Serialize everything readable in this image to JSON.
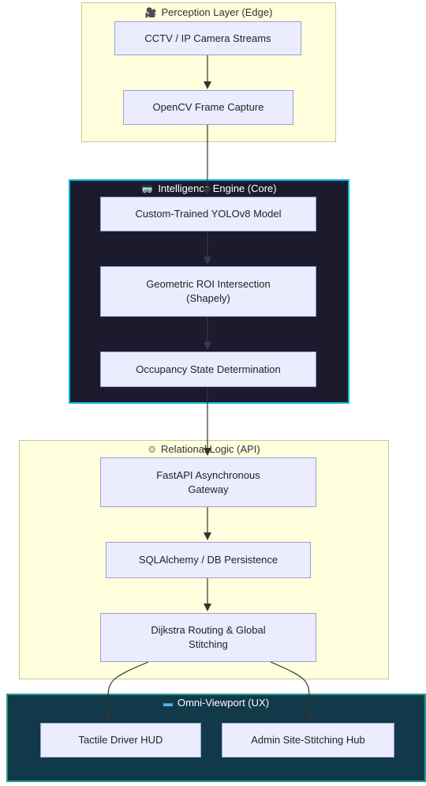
{
  "colors": {
    "perception_bg": "#ffffde",
    "perception_border": "#c9c98c",
    "core_bg": "#1c1b2d",
    "core_border": "#00b4d8",
    "api_bg": "#ffffde",
    "api_border": "#c9c98c",
    "ux_bg": "#12394a",
    "ux_border": "#1f9f8a",
    "node_bg": "#ececff",
    "node_border": "#9d9dd6",
    "edge": "#333333",
    "edge_faint": "#3a3a4a"
  },
  "clusters": {
    "perception": {
      "icon": "camera-icon",
      "icon_glyph": "🎥",
      "title": "Perception Layer (Edge)"
    },
    "core": {
      "icon": "robot-icon",
      "icon_glyph": "🥽",
      "title": "Intelligence Engine (Core)"
    },
    "api": {
      "icon": "gear-icon",
      "icon_glyph": "⚙",
      "title": "Relational Logic (API)"
    },
    "ux": {
      "icon": "monitor-icon",
      "icon_glyph": "▬",
      "title": "Omni-Viewport (UX)"
    }
  },
  "nodes": {
    "cctv": "CCTV / IP Camera Streams",
    "opencv": "OpenCV Frame Capture",
    "yolo": "Custom-Trained YOLOv8 Model",
    "roi": "Geometric ROI Intersection\n(Shapely)",
    "occupancy": "Occupancy State Determination",
    "fastapi": "FastAPI Asynchronous\nGateway",
    "sqlalchemy": "SQLAlchemy / DB Persistence",
    "dijkstra": "Dijkstra Routing & Global\nStitching",
    "driver_hud": "Tactile Driver HUD",
    "admin_hub": "Admin Site-Stitching Hub"
  }
}
